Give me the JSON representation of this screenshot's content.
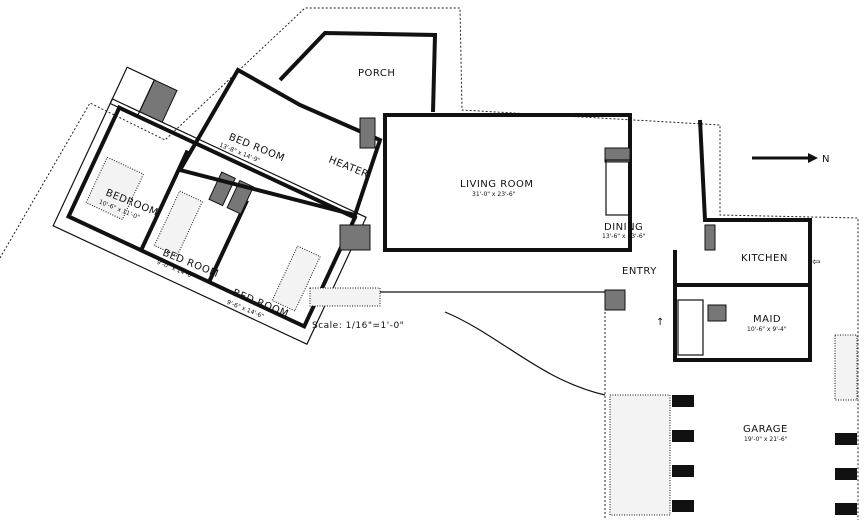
{
  "plan": {
    "north": "N",
    "scale": "Scale: 1/16\"=1'-0\"",
    "rooms": {
      "porch": {
        "name": "PORCH"
      },
      "master_bedroom": {
        "name": "BED ROOM",
        "size": "13'-8\" x 14'-9\""
      },
      "heater": {
        "name": "HEATER"
      },
      "bedroom_2": {
        "name": "BEDROOM",
        "size": "10'-6\" x 11'-0\""
      },
      "bedroom_3": {
        "name": "BED ROOM",
        "size": "9'-0\" x 14'-6\""
      },
      "bedroom_4": {
        "name": "BED ROOM",
        "size": "9'-6\" x 14'-6\""
      },
      "living": {
        "name": "LIVING ROOM",
        "size": "31'-0\" x 23'-6\""
      },
      "dining": {
        "name": "DINING",
        "size": "13'-6\" x 13'-6\""
      },
      "entry": {
        "name": "ENTRY"
      },
      "kitchen": {
        "name": "KITCHEN"
      },
      "maid": {
        "name": "MAID",
        "size": "10'-6\" x 9'-4\""
      },
      "garage": {
        "name": "GARAGE",
        "size": "19'-0\" x 21'-6\""
      }
    }
  }
}
